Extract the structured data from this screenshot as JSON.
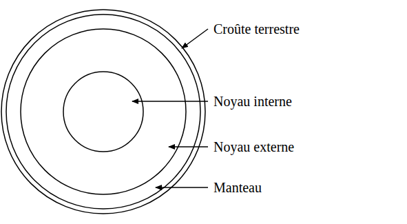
{
  "diagram": {
    "labels": [
      "Croûte terrestre",
      "Noyau interne",
      "Noyau externe",
      "Manteau"
    ]
  }
}
